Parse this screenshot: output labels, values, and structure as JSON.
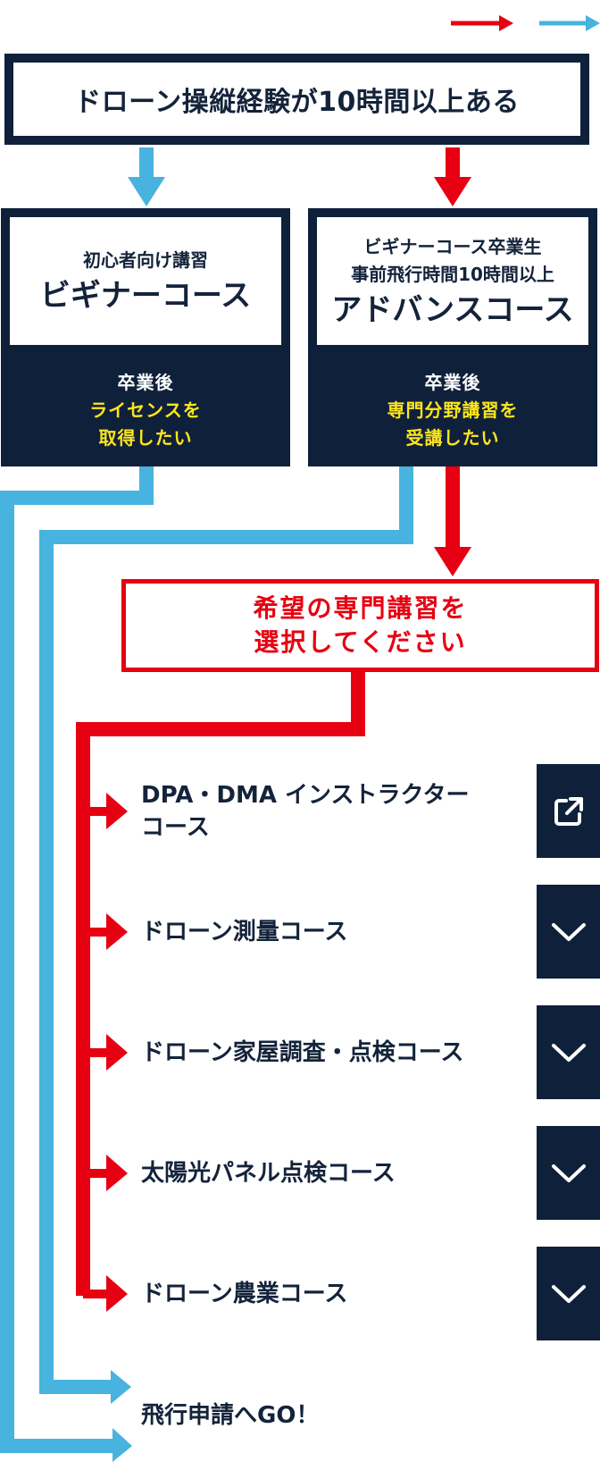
{
  "colors": {
    "navy": "#0f213a",
    "red": "#e60012",
    "blue": "#48b3de",
    "yellow": "#ffe51c"
  },
  "question": "ドローン操縦経験が10時間以上ある",
  "beginner": {
    "subtitle": "初心者向け講習",
    "name": "ビギナーコース",
    "after": "卒業後",
    "goal_line1": "ライセンスを",
    "goal_line2": "取得したい"
  },
  "advance": {
    "subtitle_line1": "ビギナーコース卒業生",
    "subtitle_line2": "事前飛行時間10時間以上",
    "name": "アドバンスコース",
    "after": "卒業後",
    "goal_line1": "専門分野講習を",
    "goal_line2": "受講したい"
  },
  "select_prompt": {
    "line1": "希望の専門講習を",
    "line2": "選択してください"
  },
  "courses": [
    {
      "label_line1": "DPA・DMA インストラクター",
      "label_line2": "コース",
      "icon": "external-link-icon"
    },
    {
      "label": "ドローン測量コース",
      "icon": "chevron-down-icon"
    },
    {
      "label": "ドローン家屋調査・点検コース",
      "icon": "chevron-down-icon"
    },
    {
      "label": "太陽光パネル点検コース",
      "icon": "chevron-down-icon"
    },
    {
      "label": "ドローン農業コース",
      "icon": "chevron-down-icon"
    }
  ],
  "final": "飛行申請へGO！"
}
